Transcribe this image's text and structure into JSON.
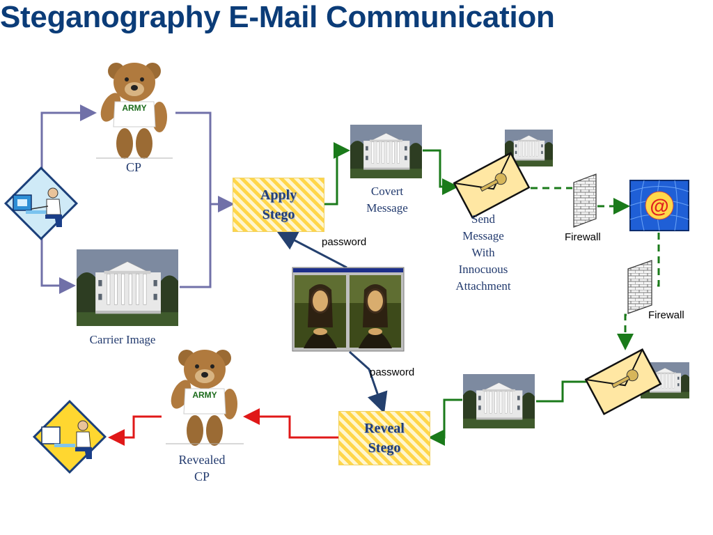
{
  "title": "Steganography E-Mail Communication",
  "labels": {
    "cp": "CP",
    "carrier_image": "Carrier Image",
    "covert_message": "Covert\nMessage",
    "send_message": "Send\nMessage\nWith\nInnocuous\nAttachment",
    "revealed_cp": "Revealed\nCP",
    "firewall_1": "Firewall",
    "firewall_2": "Firewall",
    "password_1": "password",
    "password_2": "password"
  },
  "boxes": {
    "apply_stego": "Apply\nStego",
    "reveal_stego": "Reveal\nStego"
  },
  "bear_text": "ARMY",
  "email_symbol": "@",
  "colors": {
    "title": "#0b3c78",
    "flow_purple": "#7070a8",
    "flow_green": "#1a7a1a",
    "flow_red": "#e01818",
    "flow_navy": "#24406e"
  }
}
